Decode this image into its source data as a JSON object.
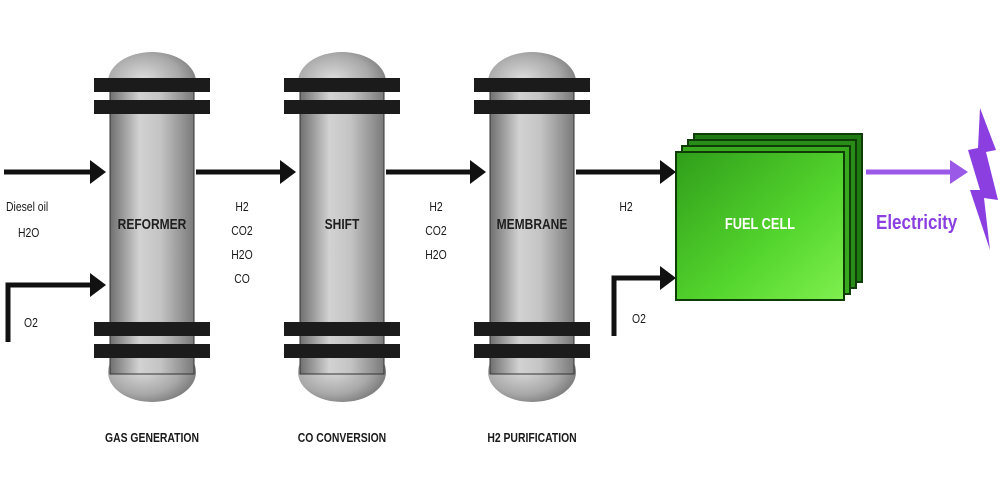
{
  "inputs": {
    "feed_lines": [
      "Diesel oil",
      "H2O"
    ],
    "oxygen_1": "O2",
    "oxygen_2": "O2"
  },
  "vessels": [
    {
      "label": "REFORMER",
      "stage": "GAS GENERATION"
    },
    {
      "label": "SHIFT",
      "stage": "CO CONVERSION"
    },
    {
      "label": "MEMBRANE",
      "stage": "H2 PURIFICATION"
    }
  ],
  "streams": {
    "reformer_to_shift": [
      "H2",
      "CO2",
      "H2O",
      "CO"
    ],
    "shift_to_membrane": [
      "H2",
      "CO2",
      "H2O"
    ],
    "membrane_to_fuel_cell": [
      "H2"
    ]
  },
  "fuel_cell": {
    "label": "FUEL CELL"
  },
  "output": {
    "label": "Electricity"
  },
  "colors": {
    "vessel": "#b4b4b4",
    "fuel_cell": "#4fd62a",
    "electricity": "#8b3fe0",
    "arrow": "#111111"
  }
}
